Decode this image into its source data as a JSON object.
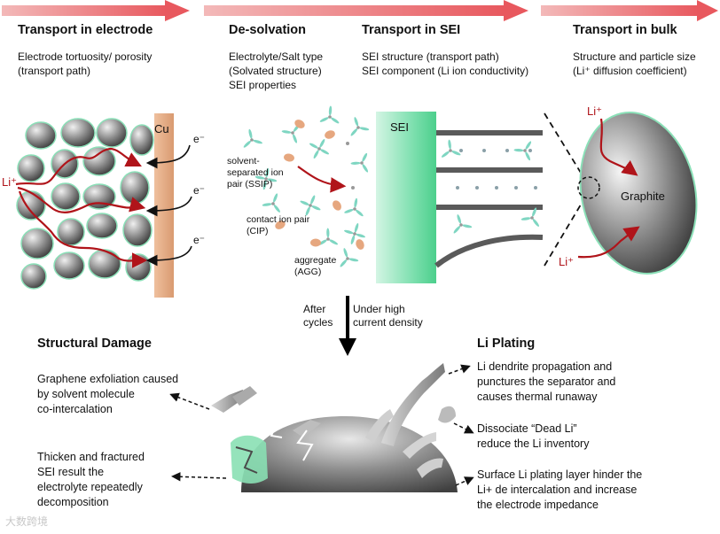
{
  "stages": [
    {
      "title": "Transport in electrode",
      "desc": [
        "Electrode tortuosity/ porosity",
        "(transport path)"
      ]
    },
    {
      "title": "De-solvation",
      "desc": [
        "Electrolyte/Salt type",
        "(Solvated structure)",
        "SEI properties"
      ]
    },
    {
      "title": "Transport in SEI",
      "desc": [
        "SEI structure (transport path)",
        "SEI component (Li ion conductivity)"
      ]
    },
    {
      "title": "Transport in bulk",
      "desc": [
        "Structure and particle size",
        "(Li⁺ diffusion coefficient)"
      ]
    }
  ],
  "electrode": {
    "cu_label": "Cu",
    "electron_label": "e⁻",
    "li_label": "Li⁺"
  },
  "desolvation": {
    "ssip": [
      "solvent-",
      "separated ion",
      "pair (SSIP)"
    ],
    "cip": [
      "contact ion pair",
      "(CIP)"
    ],
    "agg": [
      "aggregate",
      "(AGG)"
    ]
  },
  "sei_label": "SEI",
  "bulk": {
    "graphite_label": "Graphite",
    "li_top": "Li⁺",
    "li_bottom": "Li⁺"
  },
  "center": {
    "after_cycles": [
      "After",
      "cycles"
    ],
    "high_current": [
      "Under high",
      "current density"
    ]
  },
  "structural_damage": {
    "title": "Structural Damage",
    "notes": [
      [
        "Graphene exfoliation caused",
        "by solvent molecule",
        "co-intercalation"
      ],
      [
        "Thicken and fractured",
        "SEI result the",
        "electrolyte repeatedly",
        "decomposition"
      ]
    ]
  },
  "li_plating": {
    "title": "Li Plating",
    "notes": [
      [
        "Li dendrite propagation and",
        "punctures the separator and",
        "causes thermal runaway"
      ],
      [
        "Dissociate “Dead Li”",
        "reduce the Li inventory"
      ],
      [
        "Surface Li plating layer hinder the",
        "Li+ de intercalation and increase",
        "the electrode impedance"
      ]
    ]
  },
  "watermark": "大数跨境",
  "colors": {
    "arrow_red": "#e8585e",
    "li_red": "#b0141a",
    "cu": "#e8ad85",
    "sei_green": "#5fd49a",
    "ion_teal": "#7fd6c2",
    "ion_orange": "#e6a77f"
  }
}
